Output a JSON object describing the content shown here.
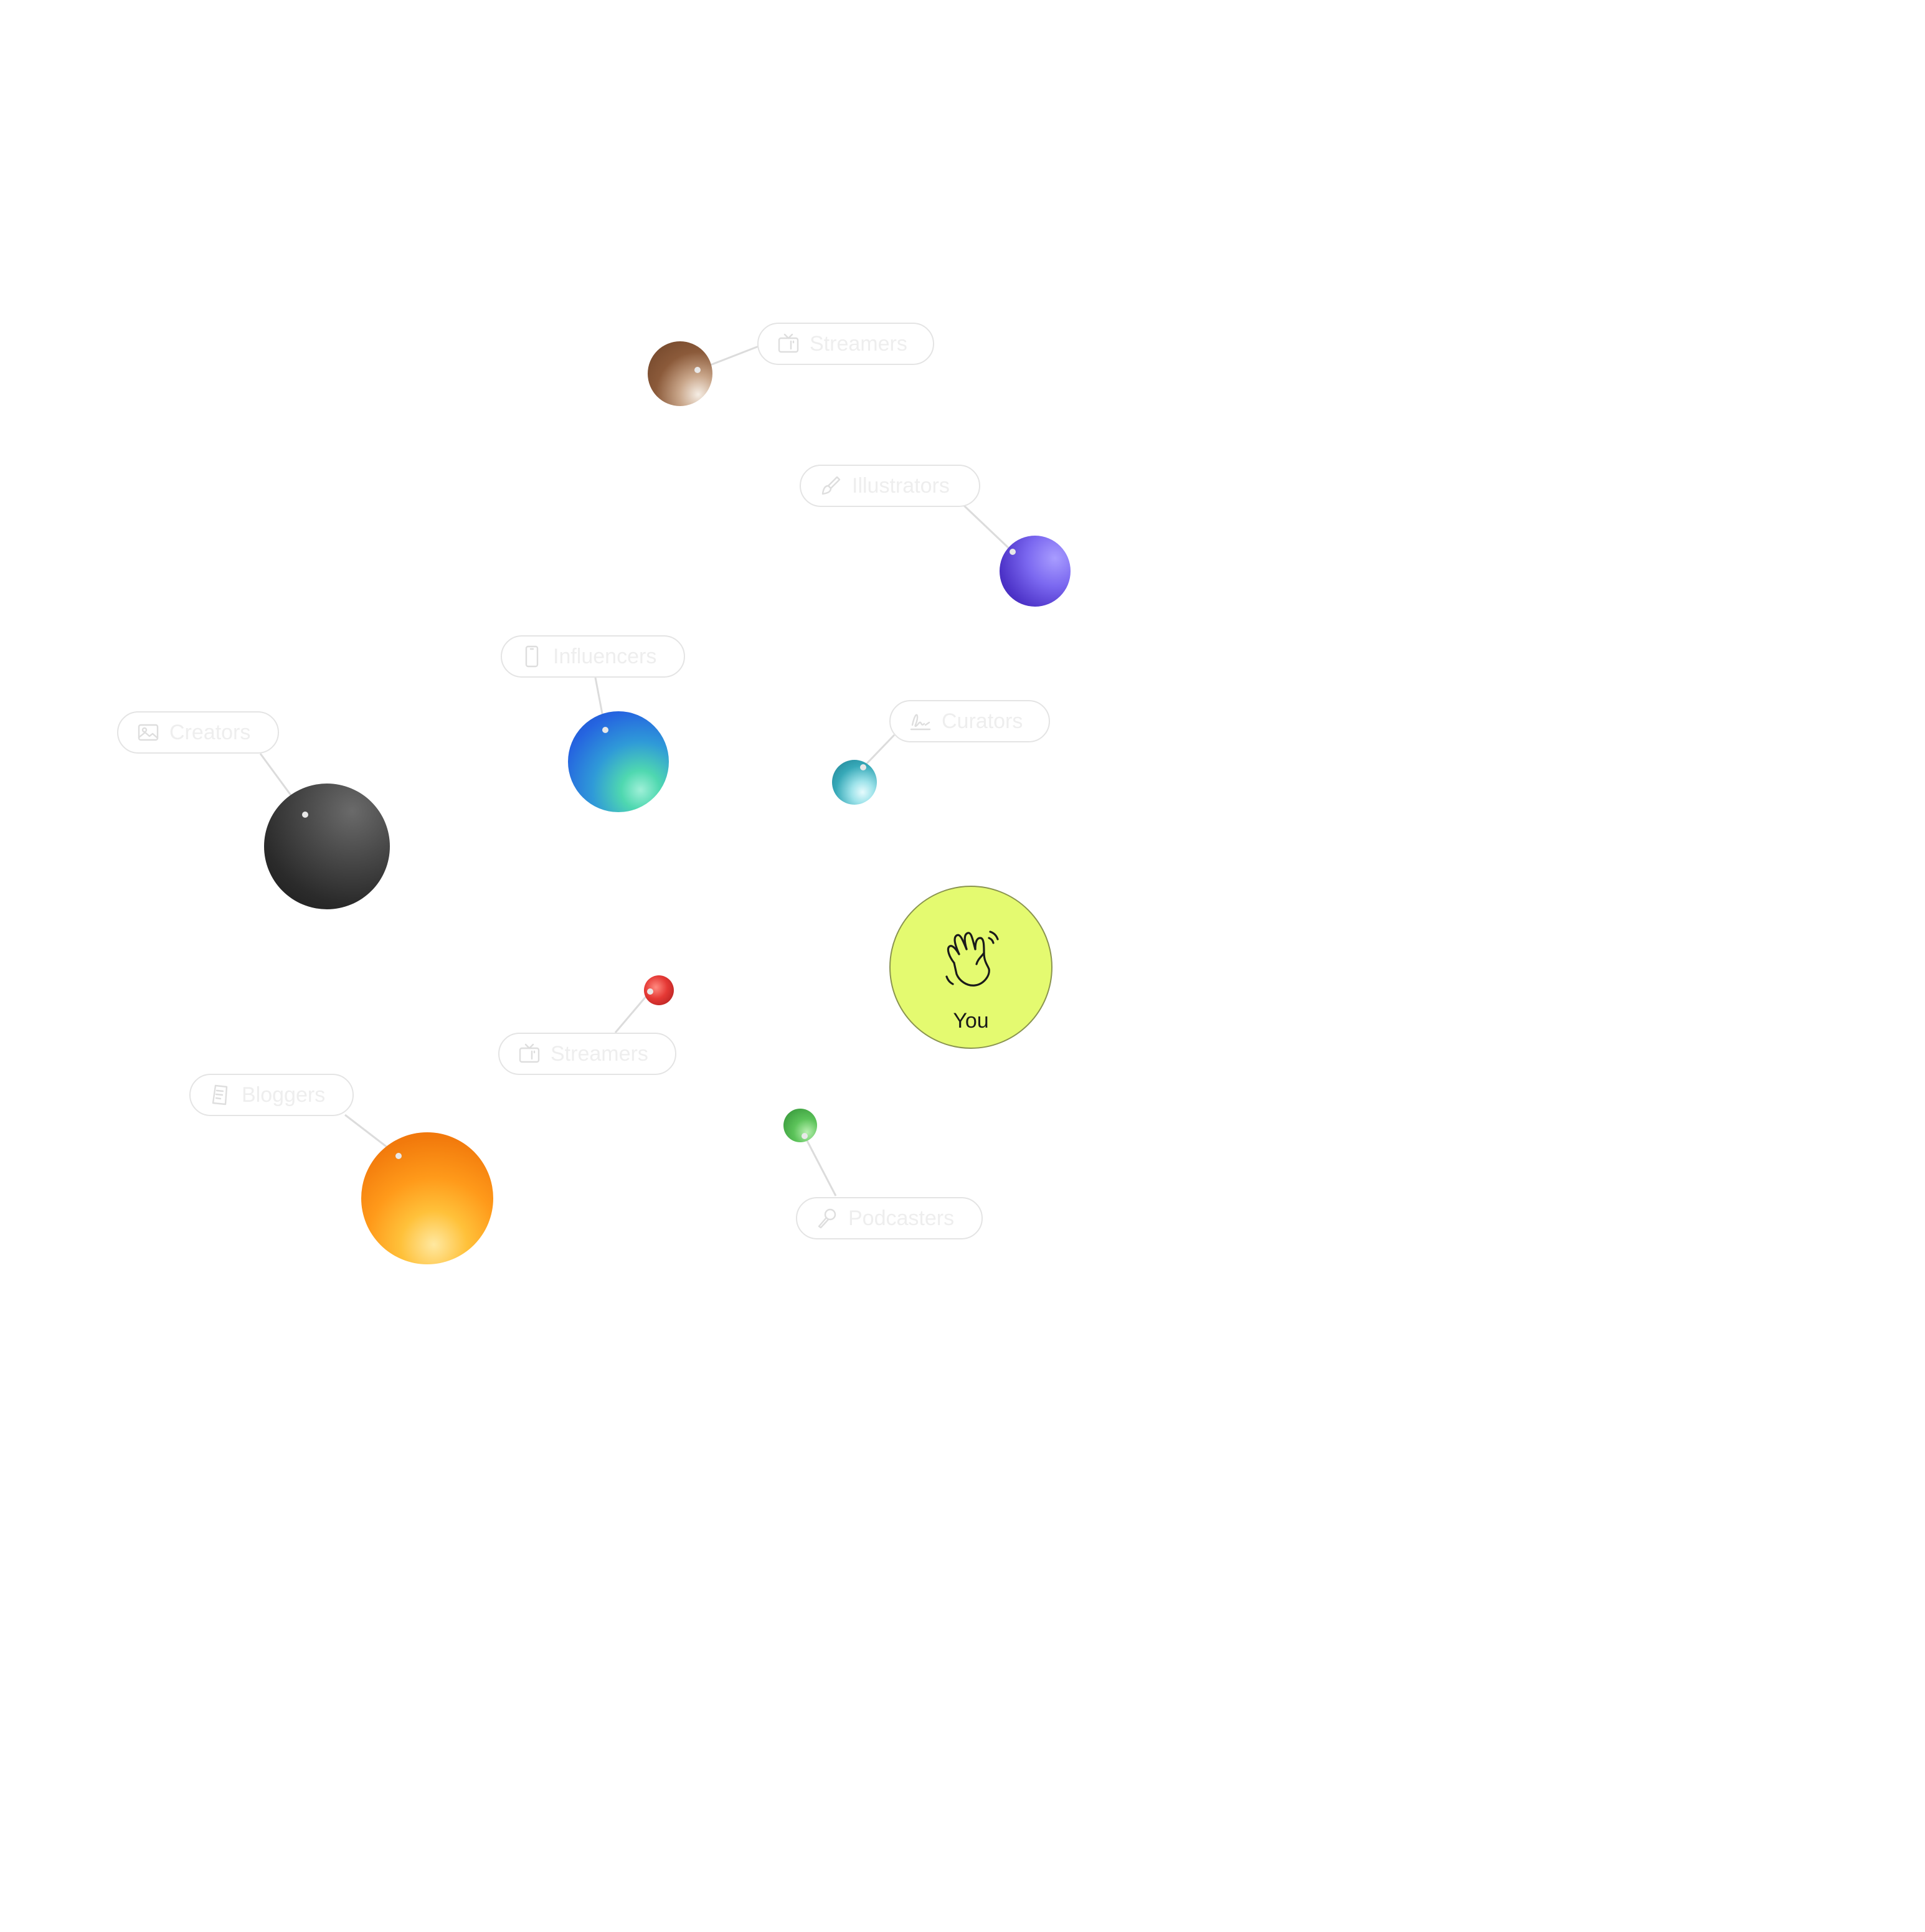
{
  "center": {
    "label": "You",
    "icon": "waving-hand-icon",
    "color": "#e4fa70"
  },
  "labels": [
    {
      "text": "Streamers",
      "icon": "tv-icon"
    },
    {
      "text": "Illustrators",
      "icon": "brush-icon"
    },
    {
      "text": "Influencers",
      "icon": "phone-icon"
    },
    {
      "text": "Creators",
      "icon": "image-icon"
    },
    {
      "text": "Curators",
      "icon": "signature-icon"
    },
    {
      "text": "Streamers",
      "icon": "tv-icon"
    },
    {
      "text": "Bloggers",
      "icon": "document-icon"
    },
    {
      "text": "Podcasters",
      "icon": "microphone-icon"
    }
  ],
  "orbs": [
    {
      "name": "brown",
      "color": "#8b5a3a"
    },
    {
      "name": "purple",
      "color": "#5a3fd8"
    },
    {
      "name": "blue",
      "color": "#2564e0"
    },
    {
      "name": "teal",
      "color": "#2a95a8"
    },
    {
      "name": "black",
      "color": "#2b2b2b"
    },
    {
      "name": "red",
      "color": "#e53935"
    },
    {
      "name": "green",
      "color": "#3fa142"
    },
    {
      "name": "orange",
      "color": "#f27a0c"
    }
  ]
}
